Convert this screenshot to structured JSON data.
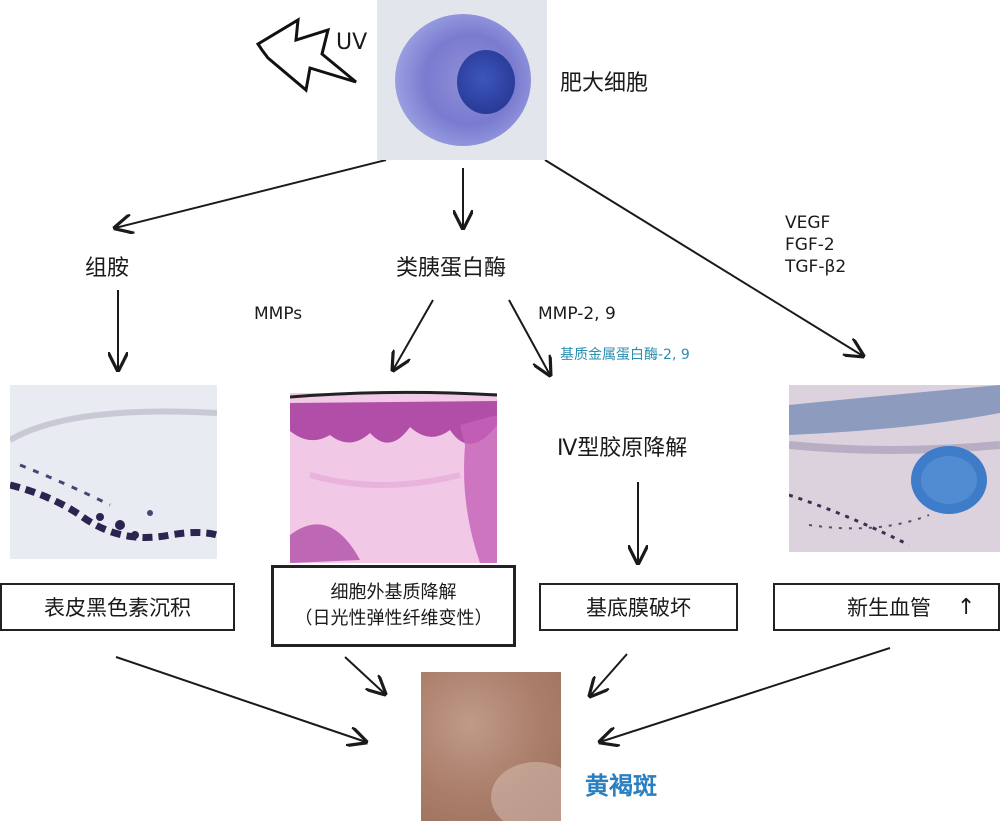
{
  "top": {
    "uv_label": "UV",
    "cell_label": "肥大细胞"
  },
  "branches": {
    "histamine": "组胺",
    "protease": "类胰蛋白酶",
    "mmps": "MMPs",
    "mmp29": "MMP-2, 9",
    "mmp29_cn": "基质金属蛋白酶-2, 9",
    "growth_factors": [
      "VEGF",
      "FGF-2",
      "TGF-β2"
    ]
  },
  "middle": {
    "collagen_iv": "Ⅳ型胶原降解"
  },
  "boxes": {
    "melanin": "表皮黑色素沉积",
    "ecm_line1": "细胞外基质降解",
    "ecm_line2": "（日光性弹性纤维变性）",
    "basement": "基底膜破坏",
    "angiogenesis": "新生血管",
    "up_arrow": "↑"
  },
  "bottom": {
    "result": "黄褐斑"
  },
  "colors": {
    "cell_stain": "#6d6fc4",
    "nucleus": "#2c3f9e",
    "he_stain": "#d07ac6",
    "result_text": "#2a7fc0",
    "skin": "#b08470"
  }
}
